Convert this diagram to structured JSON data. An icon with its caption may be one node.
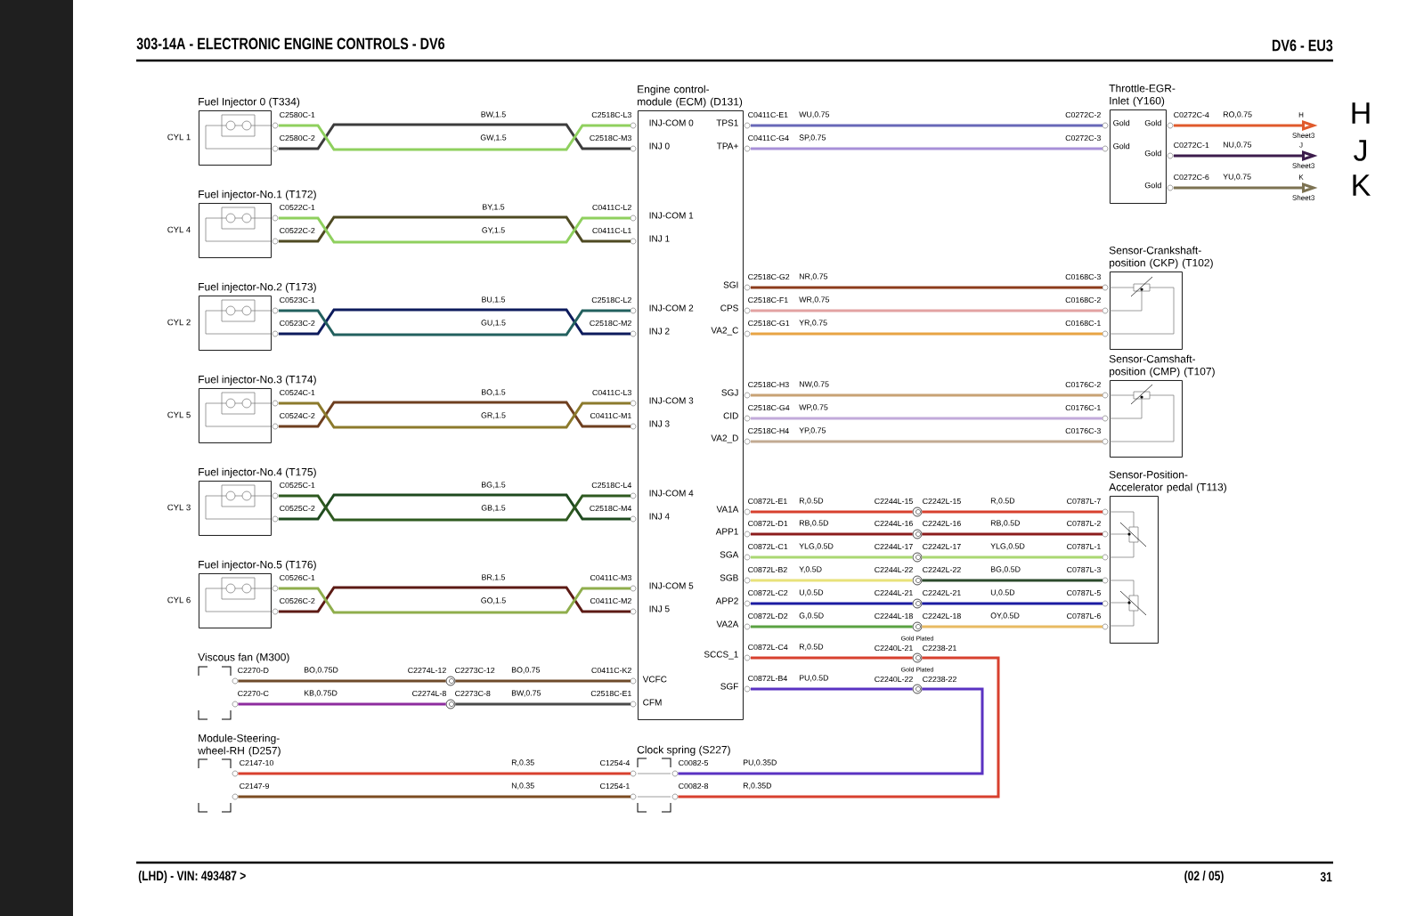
{
  "diagram": {
    "title": "303-14A - ELECTRONIC ENGINE CONTROLS - DV6",
    "nodes": [
      {
        "text": [
          "Fuel Injector 0 (T334)"
        ],
        "beside": [
          "CYL 1"
        ]
      },
      {
        "text": [
          "Fuel injector-No.1 (T172)"
        ],
        "beside": [
          "CYL 4"
        ]
      },
      {
        "text": [
          "Fuel injector-No.2 (T173)"
        ],
        "beside": [
          "CYL 2"
        ]
      },
      {
        "text": [
          "Fuel injector-No.3 (T174)"
        ],
        "beside": [
          "CYL 5"
        ]
      },
      {
        "text": [
          "Fuel injector-No.4 (T175)"
        ],
        "beside": [
          "CYL 3"
        ]
      },
      {
        "text": [
          "Fuel injector-No.5 (T176)"
        ],
        "beside": [
          "CYL 6"
        ]
      },
      {
        "text": [
          "Viscous fan (M300)"
        ]
      },
      {
        "text": [
          "Module-Steering- wheel-RH (D257)"
        ]
      },
      {
        "text": [
          "Engine control- module (ECM) (D131)",
          "INJ-COM 0",
          "INJ 0",
          "INJ-COM 1",
          "INJ 1",
          "INJ-COM 2",
          "INJ 2",
          "INJ-COM 3",
          "INJ 3",
          "INJ-COM 4",
          "INJ 4",
          "INJ-COM 5",
          "INJ 5",
          "VCFC",
          "CFM",
          "TPS1",
          "TPA+",
          "SGI",
          "CPS",
          "VA2_C",
          "SGJ",
          "CID",
          "VA2_D",
          "VA1A",
          "APP1",
          "SGA",
          "SGB",
          "APP2",
          "VA2A",
          "SCCS_1",
          "SGF"
        ]
      },
      {
        "text": [
          "Clock spring (S227)"
        ]
      },
      {
        "text": [
          "Throttle-EGR- Inlet (Y160)",
          "Gold",
          "Gold",
          "Gold",
          "Gold",
          "Gold"
        ]
      },
      {
        "text": [
          "Sensor-Crankshaft- position (CKP) (T102)"
        ]
      },
      {
        "text": [
          "Sensor-Camshaft- position (CMP) (T107)"
        ]
      },
      {
        "text": [
          "Sensor-Position- Accelerator pedal (T113)"
        ]
      },
      {
        "text": [],
        "shape": "circle"
      },
      {
        "text": [],
        "shape": "circle"
      },
      {
        "text": [],
        "shape": "circle"
      },
      {
        "text": [],
        "shape": "circle"
      },
      {
        "text": [],
        "shape": "circle"
      },
      {
        "text": [],
        "shape": "circle"
      },
      {
        "text": [],
        "shape": "circle"
      },
      {
        "text": [],
        "shape": "circle"
      },
      {
        "text": [],
        "shape": "circle"
      },
      {
        "text": [],
        "shape": "circle"
      },
      {
        "text": [
          "H",
          "Sheet3"
        ]
      },
      {
        "text": [
          "J",
          "Sheet3"
        ]
      },
      {
        "text": [
          "K",
          "Sheet3"
        ]
      }
    ],
    "edges": [
      {
        "from": 0,
        "to": 8,
        "arrow": "none",
        "label": "BW,1.5",
        "color": "#3c3c3c"
      },
      {
        "from": 0,
        "to": 8,
        "arrow": "none",
        "label": "GW,1.5",
        "color": "#8fd05e"
      },
      {
        "from": 1,
        "to": 8,
        "arrow": "none",
        "label": "BY,1.5",
        "color": "#4e4a22"
      },
      {
        "from": 1,
        "to": 8,
        "arrow": "none",
        "label": "GY,1.5",
        "color": "#8fd05e"
      },
      {
        "from": 2,
        "to": 8,
        "arrow": "none",
        "label": "BU,1.5",
        "color": "#0d1b5c"
      },
      {
        "from": 2,
        "to": 8,
        "arrow": "none",
        "label": "GU,1.5",
        "color": "#22605e"
      },
      {
        "from": 3,
        "to": 8,
        "arrow": "none",
        "label": "BO,1.5",
        "color": "#6e3f1f"
      },
      {
        "from": 3,
        "to": 8,
        "arrow": "none",
        "label": "GR,1.5",
        "color": "#8c7a2c"
      },
      {
        "from": 4,
        "to": 8,
        "arrow": "none",
        "label": "BG,1.5",
        "color": "#1f4a1f"
      },
      {
        "from": 4,
        "to": 8,
        "arrow": "none",
        "label": "GB,1.5",
        "color": "#2f5a20"
      },
      {
        "from": 5,
        "to": 8,
        "arrow": "none",
        "label": "BR,1.5",
        "color": "#5c1a14"
      },
      {
        "from": 5,
        "to": 8,
        "arrow": "none",
        "label": "GO,1.5",
        "color": "#8fae4c"
      },
      {
        "from": 6,
        "to": 14,
        "arrow": "none",
        "label": "BO,0.75D",
        "color": "#6e4a2a"
      },
      {
        "from": 14,
        "to": 8,
        "arrow": "none",
        "label": "BO,0.75",
        "color": "#6e4a2a"
      },
      {
        "from": 6,
        "to": 15,
        "arrow": "none",
        "label": "KB,0.75D",
        "color": "#8e2c9e"
      },
      {
        "from": 15,
        "to": 8,
        "arrow": "none",
        "label": "BW,0.75",
        "color": "#4a4a4a"
      },
      {
        "from": 8,
        "to": 10,
        "arrow": "none",
        "label": "WU,0.75",
        "color": "#6868b8"
      },
      {
        "from": 8,
        "to": 10,
        "arrow": "none",
        "label": "SP,0.75",
        "color": "#a890d8"
      },
      {
        "from": 10,
        "to": 24,
        "arrow": "to",
        "label": "RO,0.75",
        "color": "#e05a2c"
      },
      {
        "from": 10,
        "to": 25,
        "arrow": "to",
        "label": "NU,0.75",
        "color": "#3c1c4c"
      },
      {
        "from": 10,
        "to": 26,
        "arrow": "to",
        "label": "YU,0.75",
        "color": "#7c7252"
      },
      {
        "from": 8,
        "to": 11,
        "arrow": "none",
        "label": "NR,0.75",
        "color": "#8c3c1c"
      },
      {
        "from": 8,
        "to": 11,
        "arrow": "none",
        "label": "WR,0.75",
        "color": "#e2a2a2"
      },
      {
        "from": 8,
        "to": 11,
        "arrow": "none",
        "label": "YR,0.75",
        "color": "#e8a444"
      },
      {
        "from": 8,
        "to": 12,
        "arrow": "none",
        "label": "NW,0.75",
        "color": "#c8a274"
      },
      {
        "from": 8,
        "to": 12,
        "arrow": "none",
        "label": "WP,0.75",
        "color": "#c2aada"
      },
      {
        "from": 8,
        "to": 12,
        "arrow": "none",
        "label": "YP,0.75",
        "color": "#c2aa92"
      },
      {
        "from": 8,
        "to": 16,
        "arrow": "none",
        "label": "R,0.5D",
        "color": "#d8402e"
      },
      {
        "from": 16,
        "to": 13,
        "arrow": "none",
        "label": "R,0.5D",
        "color": "#d8402e"
      },
      {
        "from": 8,
        "to": 17,
        "arrow": "none",
        "label": "RB,0.5D",
        "color": "#8c1c1c"
      },
      {
        "from": 17,
        "to": 13,
        "arrow": "none",
        "label": "RB,0.5D",
        "color": "#8c1c1c"
      },
      {
        "from": 8,
        "to": 18,
        "arrow": "none",
        "label": "YLG,0.5D",
        "color": "#aad872"
      },
      {
        "from": 18,
        "to": 13,
        "arrow": "none",
        "label": "YLG,0.5D",
        "color": "#aad872"
      },
      {
        "from": 8,
        "to": 19,
        "arrow": "none",
        "label": "Y,0.5D",
        "color": "#e8e27a"
      },
      {
        "from": 19,
        "to": 13,
        "arrow": "none",
        "label": "BG,0.5D",
        "color": "#2c4a2c"
      },
      {
        "from": 8,
        "to": 20,
        "arrow": "none",
        "label": "U,0.5D",
        "color": "#1c1ca2"
      },
      {
        "from": 20,
        "to": 13,
        "arrow": "none",
        "label": "U,0.5D",
        "color": "#1c1ca2"
      },
      {
        "from": 8,
        "to": 21,
        "arrow": "none",
        "label": "G,0.5D",
        "color": "#5aa242"
      },
      {
        "from": 21,
        "to": 13,
        "arrow": "none",
        "label": "OY,0.5D",
        "color": "#e8ba62"
      },
      {
        "from": 8,
        "to": 22,
        "arrow": "none",
        "label": "R,0.5D",
        "color": "#d8402e"
      },
      {
        "from": 22,
        "to": 9,
        "arrow": "none",
        "label": "R,0.35D",
        "color": "#d8402e"
      },
      {
        "from": 8,
        "to": 23,
        "arrow": "none",
        "label": "PU,0.5D",
        "color": "#5a32c2"
      },
      {
        "from": 23,
        "to": 9,
        "arrow": "none",
        "label": "PU,0.35D",
        "color": "#5a32c2"
      },
      {
        "from": 7,
        "to": 9,
        "arrow": "none",
        "label": "R,0.35",
        "color": "#d8402e"
      },
      {
        "from": 7,
        "to": 9,
        "arrow": "none",
        "label": "N,0.35",
        "color": "#7c4c22"
      }
    ],
    "labels": [
      "DV6 - EU3",
      "C2580C-1",
      "C2518C-L3",
      "C2580C-2",
      "C2518C-M3",
      "C0522C-1",
      "C0411C-L2",
      "C0522C-2",
      "C0411C-L1",
      "C0523C-1",
      "C2518C-L2",
      "C0523C-2",
      "C2518C-M2",
      "C0524C-1",
      "C0411C-L3",
      "C0524C-2",
      "C0411C-M1",
      "C0525C-1",
      "C2518C-L4",
      "C0525C-2",
      "C2518C-M4",
      "C0526C-1",
      "C0411C-M3",
      "C0526C-2",
      "C0411C-M2",
      "C2270-D",
      "C2274L-12",
      "C2273C-12",
      "C0411C-K2",
      "C2270-C",
      "C2274L-8",
      "C2273C-8",
      "C2518C-E1",
      "C2147-10",
      "C1254-4",
      "C2147-9",
      "C1254-1",
      "C0082-5",
      "C0082-8",
      "C0411C-E1",
      "C0272C-2",
      "C0411C-G4",
      "C0272C-3",
      "C2518C-G2",
      "C0168C-3",
      "C2518C-F1",
      "C0168C-2",
      "C2518C-G1",
      "C0168C-1",
      "C2518C-H3",
      "C0176C-2",
      "C2518C-G4",
      "C0176C-1",
      "C2518C-H4",
      "C0176C-3",
      "C0872L-E1",
      "C2244L-15",
      "C2242L-15",
      "C0787L-7",
      "C0872L-D1",
      "C2244L-16",
      "C2242L-16",
      "C0787L-2",
      "C0872L-C1",
      "C2244L-17",
      "C2242L-17",
      "C0787L-1",
      "C0872L-B2",
      "C2244L-22",
      "C2242L-22",
      "C0787L-3",
      "C0872L-C2",
      "C2244L-21",
      "C2242L-21",
      "C0787L-5",
      "C0872L-D2",
      "C2244L-18",
      "C2242L-18",
      "C0787L-6",
      "C0872L-C4",
      "Gold Plated",
      "C2240L-21",
      "C2238-21",
      "C0872L-B4",
      "Gold Plated",
      "C2240L-22",
      "C2238-22",
      "C0272C-4",
      "C0272C-1",
      "C0272C-6",
      "H",
      "J",
      "K",
      "(LHD) - VIN: 493487 >",
      "(02 / 05)",
      "31"
    ]
  }
}
